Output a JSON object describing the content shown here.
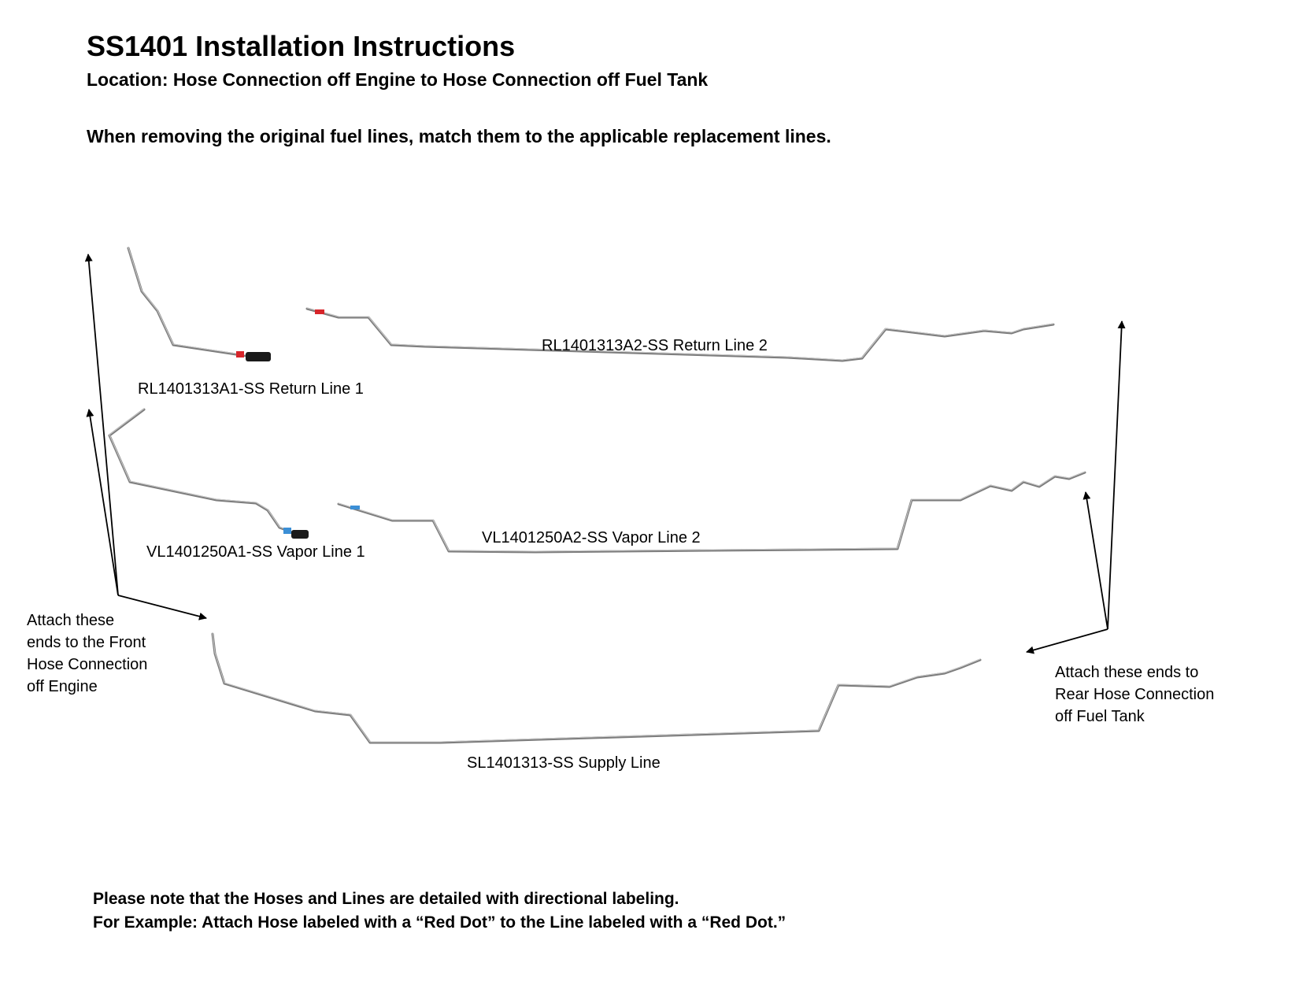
{
  "header": {
    "title": "SS1401 Installation Instructions",
    "location": "Location: Hose Connection off Engine to Hose Connection off Fuel Tank",
    "instruction": "When removing the original fuel lines, match them to the applicable replacement lines."
  },
  "lines": {
    "return_line_1": "RL1401313A1-SS Return Line 1",
    "return_line_2": "RL1401313A2-SS Return Line 2",
    "vapor_line_1": "VL1401250A1-SS Vapor Line 1",
    "vapor_line_2": "VL1401250A2-SS Vapor Line 2",
    "supply_line": "SL1401313-SS Supply Line"
  },
  "callouts": {
    "front": "Attach these\nends to the Front\nHose Connection\noff Engine",
    "rear": "Attach these ends to\nRear Hose Connection\noff Fuel Tank"
  },
  "note": {
    "line1": "Please note that the Hoses and Lines are detailed with directional labeling.",
    "line2": "For Example: Attach Hose labeled with a “Red Dot” to the Line labeled with a “Red Dot.”"
  },
  "colors": {
    "tube": "#7d7d7d",
    "red_marker": "#d7252a",
    "blue_marker": "#3b8fd6",
    "fitting": "#1a1a1a"
  }
}
